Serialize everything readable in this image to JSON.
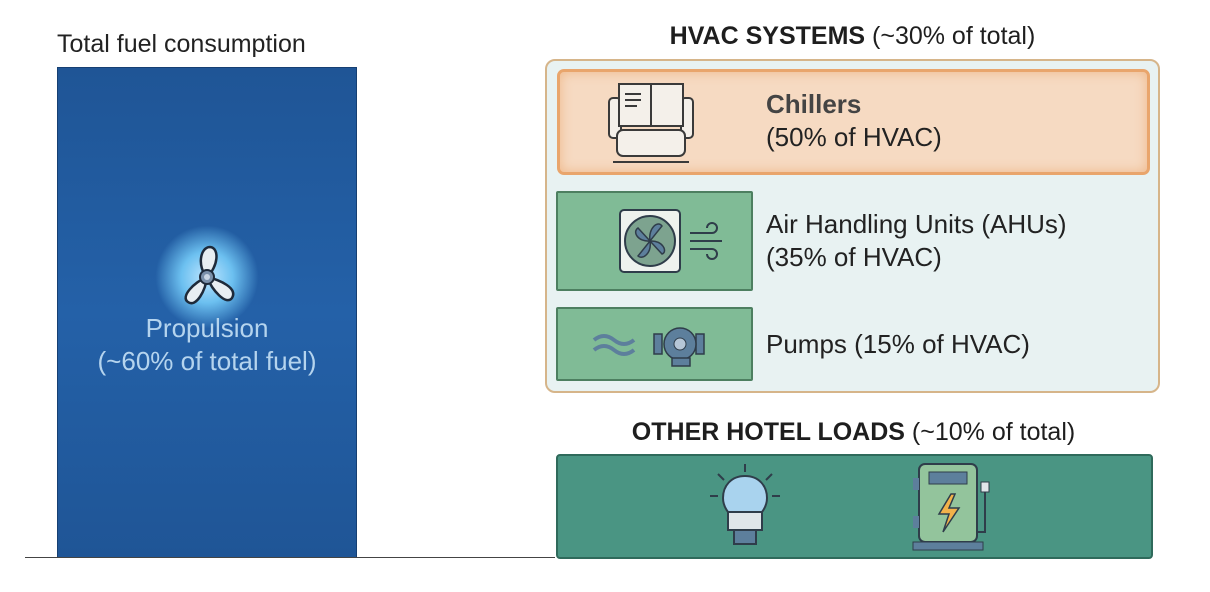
{
  "left": {
    "title": "Total fuel consumption",
    "propulsion_label": "Propulsion",
    "propulsion_share": "(~60% of total fuel)",
    "icon": "propeller-icon"
  },
  "hvac": {
    "title_bold": "HVAC SYSTEMS",
    "title_share": " (~30% of total)",
    "items": [
      {
        "name": "Chillers",
        "share": "(50% of HVAC)",
        "icon": "chiller-icon"
      },
      {
        "name": "Air Handling Units (AHUs)",
        "share": "(35% of HVAC)",
        "icon": "fan-icon"
      },
      {
        "name": "Pumps (15% of HVAC)",
        "icon": "pump-icon"
      }
    ]
  },
  "other": {
    "title_bold": "OTHER HOTEL LOADS",
    "title_share": " (~10% of total)",
    "icons": [
      "lightbulb-icon",
      "charging-station-icon"
    ]
  },
  "colors": {
    "propulsion": "#2461a8",
    "hvac_bg": "#e8f2f2",
    "chillers": "#f6dac2",
    "hvac_green": "#80bb96",
    "other": "#4a9583"
  }
}
